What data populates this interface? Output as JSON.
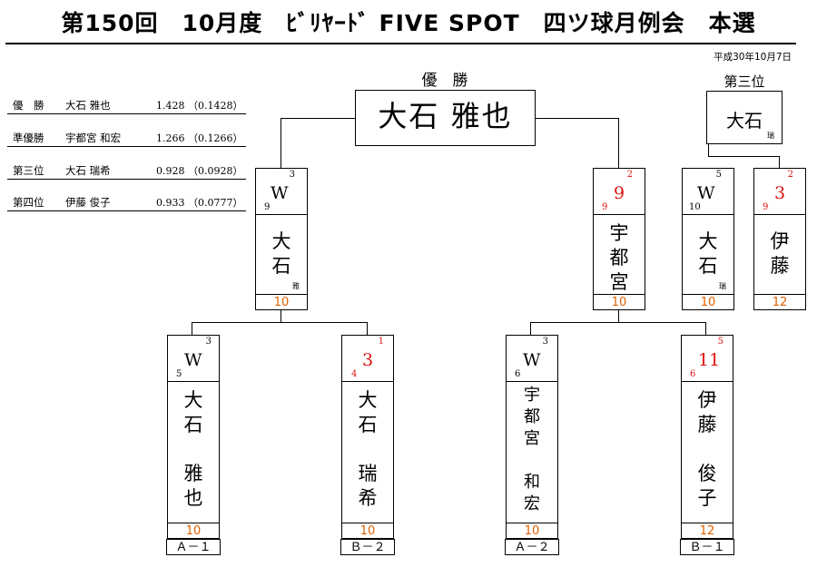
{
  "title": "第150回　10月度　ﾋﾞﾘﾔｰﾄﾞ FIVE SPOT　四ツ球月例会　本選",
  "date": "平成30年10月7日",
  "rankings": [
    {
      "place": "優　勝",
      "name": "大石 雅也",
      "score": "1.428 （0.1428）"
    },
    {
      "place": "準優勝",
      "name": "宇都宮 和宏",
      "score": "1.266 （0.1266）"
    },
    {
      "place": "第三位",
      "name": "大石 瑞希",
      "score": "0.928 （0.0928）"
    },
    {
      "place": "第四位",
      "name": "伊藤 俊子",
      "score": "0.933 （0.0777）"
    }
  ],
  "winner": {
    "label": "優　勝",
    "name": "大石 雅也"
  },
  "third_place": {
    "label": "第三位",
    "name": "大石",
    "name_suffix": "瑞"
  },
  "semifinal": [
    {
      "score": "W",
      "sup": "3",
      "sub": "9",
      "lines": [
        "大",
        "石"
      ],
      "suffix": "雅",
      "handicap": "10"
    },
    {
      "score": "9",
      "sup": "2",
      "sub": "9",
      "lines": [
        "宇",
        "都",
        "宮"
      ],
      "suffix": "",
      "handicap": "10"
    }
  ],
  "third_match": [
    {
      "score": "W",
      "sup": "5",
      "sub": "10",
      "lines": [
        "大",
        "石"
      ],
      "suffix": "瑞",
      "handicap": "10"
    },
    {
      "score": "3",
      "sup": "2",
      "sub": "9",
      "lines": [
        "伊",
        "藤"
      ],
      "suffix": "",
      "handicap": "12"
    }
  ],
  "first_round": [
    {
      "score": "W",
      "sup": "3",
      "sub": "5",
      "lines": [
        "大",
        "石",
        "",
        "雅",
        "也"
      ],
      "handicap": "10",
      "slot": "Ａ－１"
    },
    {
      "score": "3",
      "sup": "1",
      "sub": "4",
      "lines": [
        "大",
        "石",
        "",
        "瑞",
        "希"
      ],
      "handicap": "10",
      "slot": "Ｂ－２"
    },
    {
      "score": "W",
      "sup": "3",
      "sub": "6",
      "lines": [
        "宇",
        "都",
        "宮",
        "",
        "和",
        "宏"
      ],
      "handicap": "10",
      "slot": "Ａ－２"
    },
    {
      "score": "11",
      "sup": "5",
      "sub": "6",
      "lines": [
        "伊",
        "藤",
        "",
        "俊",
        "子"
      ],
      "handicap": "12",
      "slot": "Ｂ－１"
    }
  ],
  "colors": {
    "loser_score": "#e01010",
    "handicap": "#e06000"
  }
}
